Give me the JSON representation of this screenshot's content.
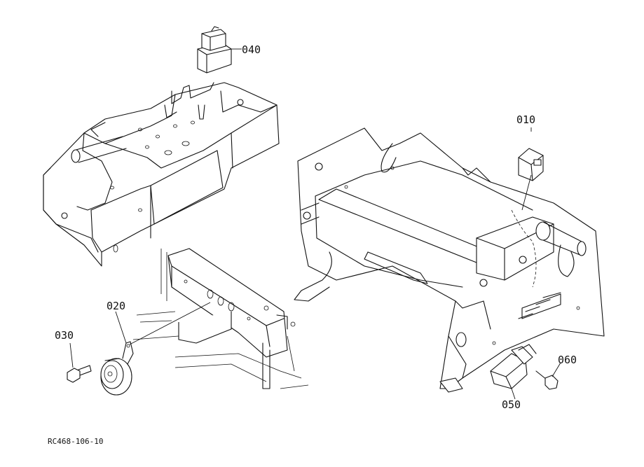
{
  "parts": [
    {
      "id": "p010",
      "label": "010"
    },
    {
      "id": "p020",
      "label": "020"
    },
    {
      "id": "p030",
      "label": "030"
    },
    {
      "id": "p040",
      "label": "040"
    },
    {
      "id": "p050",
      "label": "050"
    },
    {
      "id": "p060",
      "label": "060"
    }
  ],
  "drawing_code": "RC468-106-10"
}
